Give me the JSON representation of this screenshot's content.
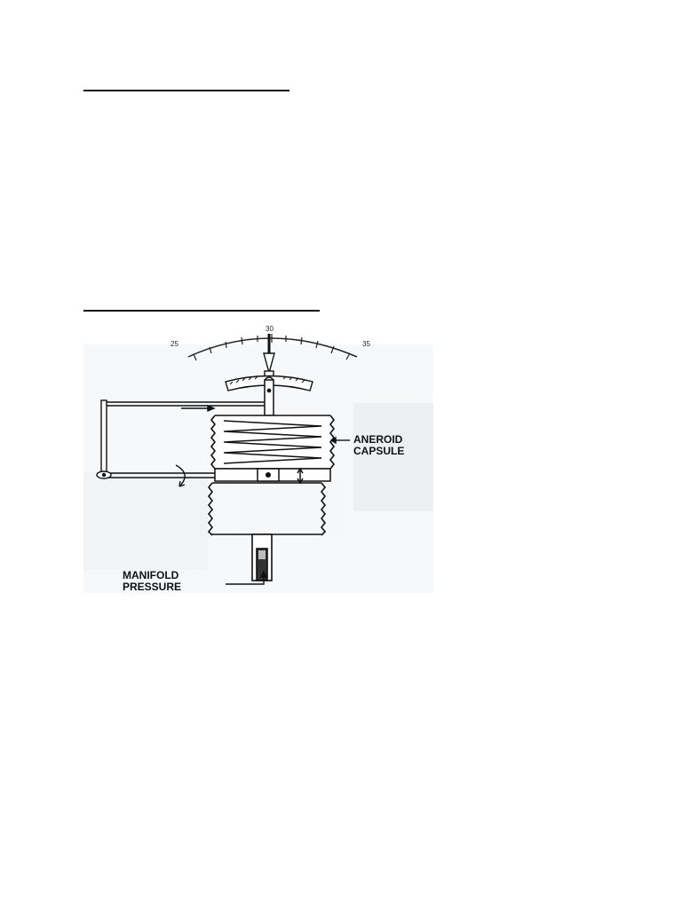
{
  "figure": {
    "scale": {
      "min_label": "25",
      "mid_label": "30",
      "max_label": "35"
    },
    "labels": {
      "aneroid_line1": "ANEROID",
      "aneroid_line2": "CAPSULE",
      "manifold_line1": "MANIFOLD",
      "manifold_line2": "PRESSURE"
    }
  }
}
